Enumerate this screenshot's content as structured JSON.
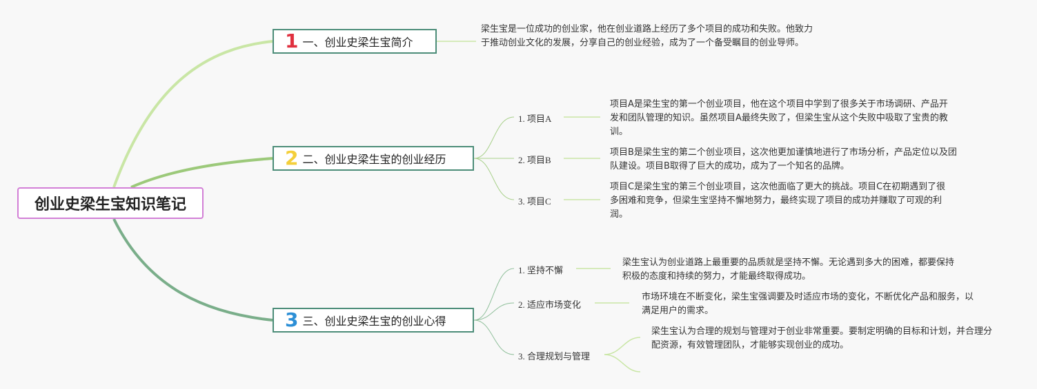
{
  "root": {
    "title": "创业史梁生宝知识笔记"
  },
  "branches": [
    {
      "number": "1",
      "title": "一、创业史梁生宝简介",
      "number_color": "#e0303f",
      "note": "梁生宝是一位成功的创业家，他在创业道路上经历了多个项目的成功和失败。他致力于推动创业文化的发展，分享自己的创业经验，成为了一个备受瞩目的创业导师。"
    },
    {
      "number": "2",
      "title": "二、创业史梁生宝的创业经历",
      "number_color": "#f4cf3a",
      "children": [
        {
          "label": "1. 项目A",
          "note": "项目A是梁生宝的第一个创业项目，他在这个项目中学到了很多关于市场调研、产品开发和团队管理的知识。虽然项目A最终失败了，但梁生宝从这个失败中吸取了宝贵的教训。"
        },
        {
          "label": "2. 项目B",
          "note": "项目B是梁生宝的第二个创业项目，这次他更加谨慎地进行了市场分析，产品定位以及团队建设。项目B取得了巨大的成功，成为了一个知名的品牌。"
        },
        {
          "label": "3. 项目C",
          "note": "项目C是梁生宝的第三个创业项目，这次他面临了更大的挑战。项目C在初期遇到了很多困难和竞争，但梁生宝坚持不懈地努力，最终实现了项目的成功并赚取了可观的利润。"
        }
      ]
    },
    {
      "number": "3",
      "title": "三、创业史梁生宝的创业心得",
      "number_color": "#2c8fd6",
      "children": [
        {
          "label": "1. 坚持不懈",
          "note": "梁生宝认为创业道路上最重要的品质就是坚持不懈。无论遇到多大的困难，都要保持积极的态度和持续的努力，才能最终取得成功。"
        },
        {
          "label": "2. 适应市场变化",
          "note": "市场环境在不断变化，梁生宝强调要及时适应市场的变化，不断优化产品和服务，以满足用户的需求。"
        },
        {
          "label": "3. 合理规划与管理",
          "note": "梁生宝认为合理的规划与管理对于创业非常重要。要制定明确的目标和计划，并合理分配资源，有效管理团队，才能够实现创业的成功。"
        }
      ]
    }
  ],
  "colors": {
    "root_border": "#d27fd6",
    "branch_border": "#4b8c78",
    "line_branch1": "#c9e6a5",
    "line_branch2": "#9cc97a",
    "line_branch3": "#7aae8a",
    "leaf_line": "#c9e6a5"
  }
}
